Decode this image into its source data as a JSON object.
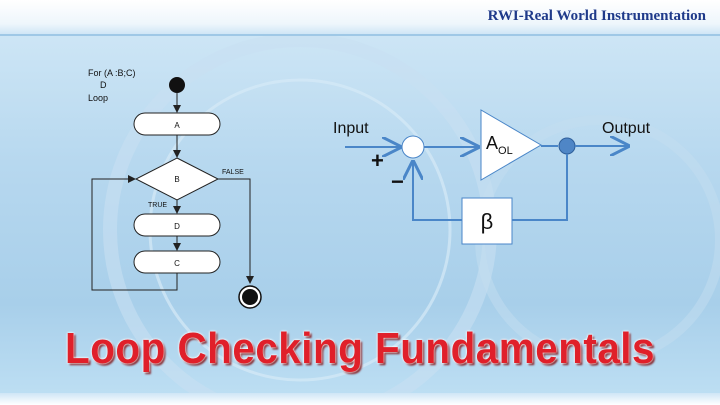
{
  "header": {
    "brand": "RWI-Real World Instrumentation"
  },
  "flowchart": {
    "heading_lines": [
      "For (A :B;C)",
      "D",
      "Loop"
    ],
    "box_a": "A",
    "decision_b": "B",
    "false_label": "FALSE",
    "true_label": "TRUE",
    "box_d": "D",
    "box_c": "C"
  },
  "feedback": {
    "input_label": "Input",
    "output_label": "Output",
    "plus_sign": "+",
    "minus_sign": "−",
    "amp_main": "A",
    "amp_sub": "OL",
    "beta": "β"
  },
  "colors": {
    "title": "#e0202a",
    "brand": "#1f3a8a",
    "signal_line": "#4a86c8",
    "amp_fill": "#ffffff",
    "node_fill": "#4f86c6"
  },
  "footer": {
    "title": "Loop Checking Fundamentals"
  }
}
